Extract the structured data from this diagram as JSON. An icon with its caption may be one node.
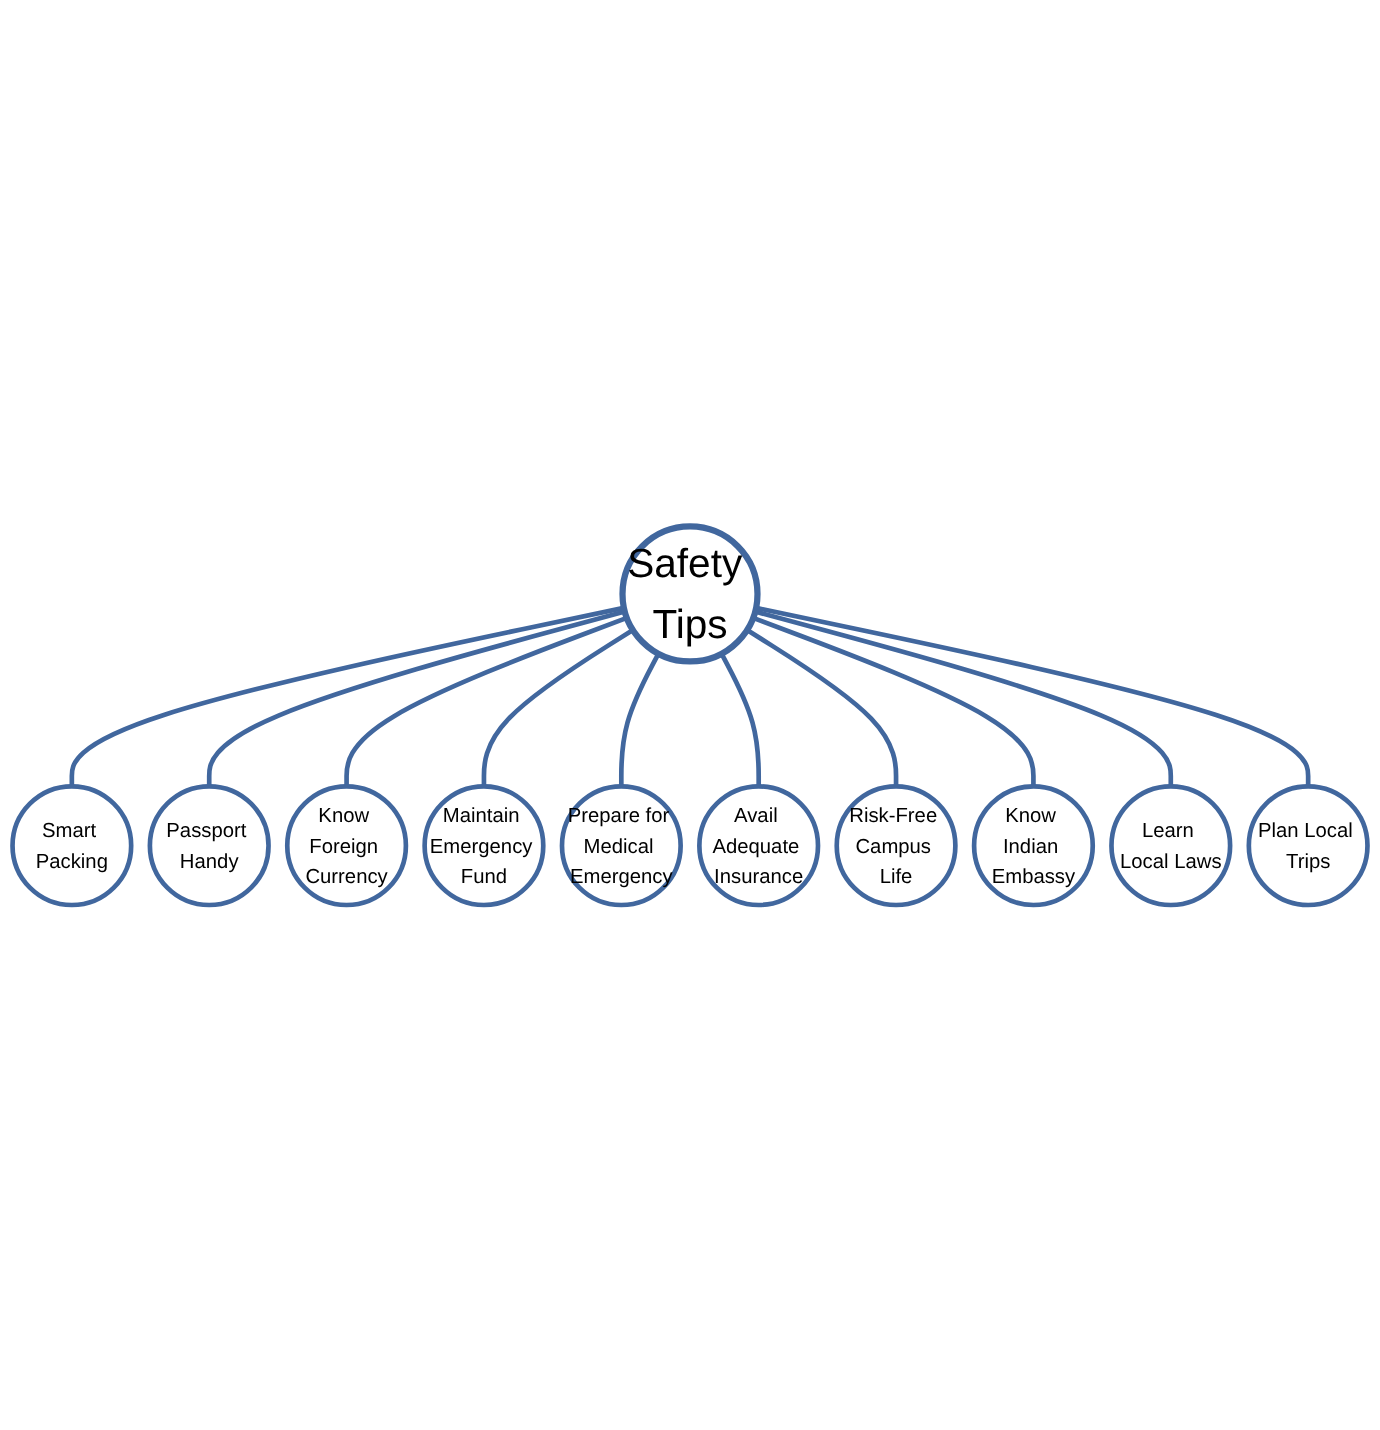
{
  "diagram": {
    "nodes": [
      {
        "text": [
          "Safety Tips"
        ]
      },
      {
        "text": [
          "Smart Packing"
        ]
      },
      {
        "text": [
          "Passport Handy"
        ]
      },
      {
        "text": [
          "Know Foreign Currency"
        ]
      },
      {
        "text": [
          "Maintain Emergency Fund"
        ]
      },
      {
        "text": [
          "Prepare for Medical Emergency"
        ]
      },
      {
        "text": [
          "Avail Adequate Insurance"
        ]
      },
      {
        "text": [
          "Risk-Free Campus Life"
        ]
      },
      {
        "text": [
          "Know Indian Embassy"
        ]
      },
      {
        "text": [
          "Learn Local Laws"
        ]
      },
      {
        "text": [
          "Plan Local Trips"
        ]
      }
    ],
    "edges": [
      {
        "from": 0,
        "to": 1,
        "arrow": "none"
      },
      {
        "from": 0,
        "to": 2,
        "arrow": "none"
      },
      {
        "from": 0,
        "to": 3,
        "arrow": "none"
      },
      {
        "from": 0,
        "to": 4,
        "arrow": "none"
      },
      {
        "from": 0,
        "to": 5,
        "arrow": "none"
      },
      {
        "from": 0,
        "to": 6,
        "arrow": "none"
      },
      {
        "from": 0,
        "to": 7,
        "arrow": "none"
      },
      {
        "from": 0,
        "to": 8,
        "arrow": "none"
      },
      {
        "from": 0,
        "to": 9,
        "arrow": "none"
      },
      {
        "from": 0,
        "to": 10,
        "arrow": "none"
      }
    ]
  }
}
